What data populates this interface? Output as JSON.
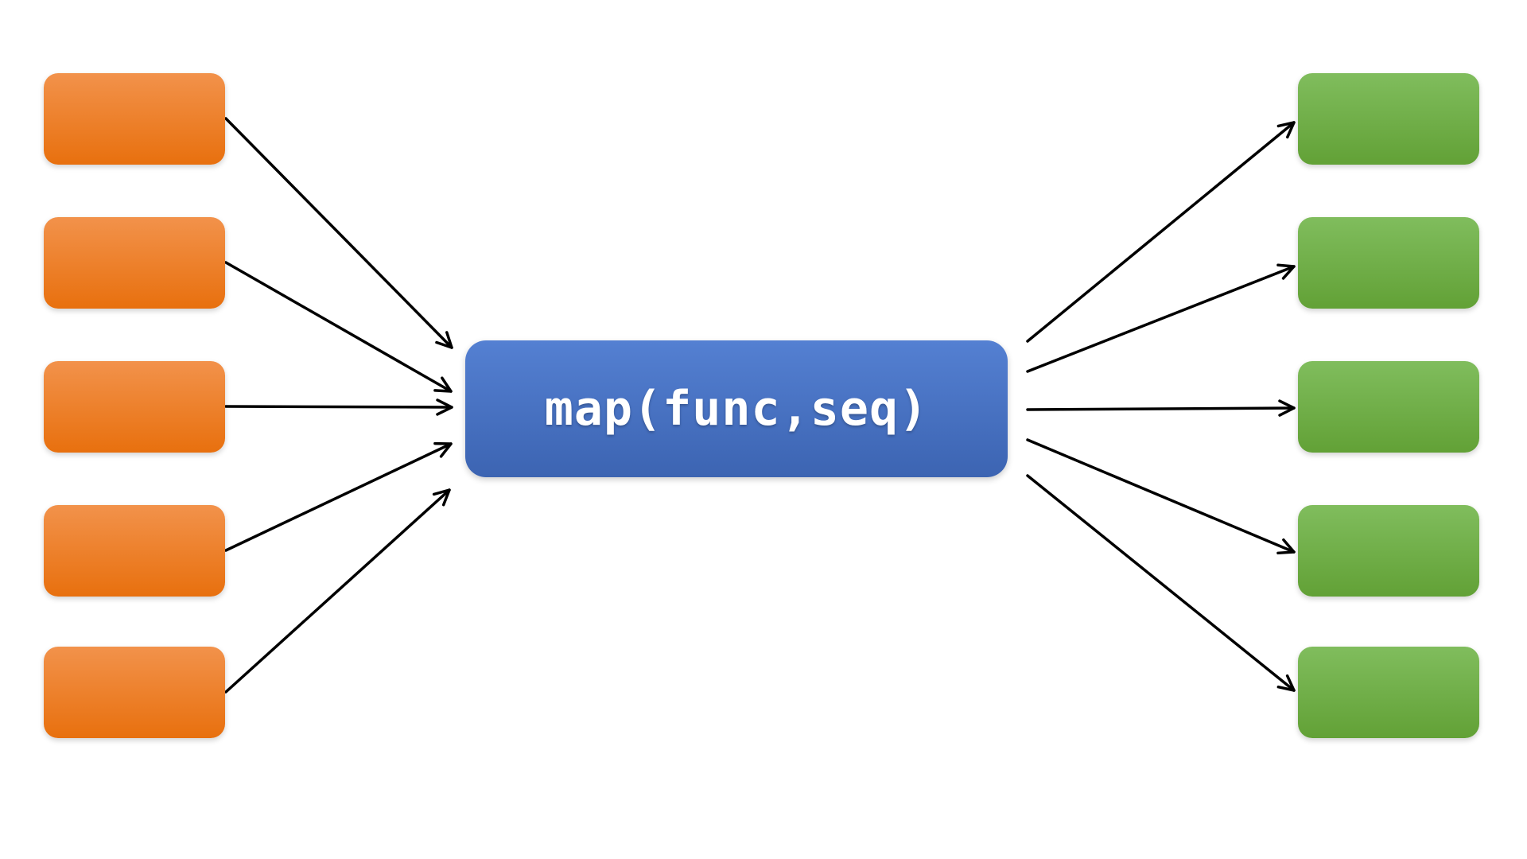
{
  "diagram": {
    "type": "map-function-flow",
    "center_node": {
      "label": "map(func,seq)"
    },
    "input_count": 5,
    "output_count": 5
  },
  "colors": {
    "input_top": "#f2924b",
    "input_bottom": "#e8700e",
    "output_top": "#80bd5d",
    "output_bottom": "#62a136",
    "center_top": "#5480d2",
    "center_bottom": "#3c64b2",
    "center_text": "#ffffff",
    "arrow": "#000000",
    "background": "#ffffff"
  }
}
